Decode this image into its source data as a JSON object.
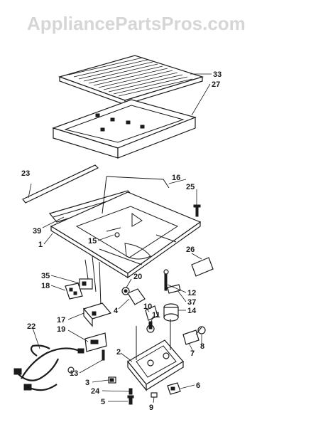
{
  "watermark": "AppliancePartsPros.com",
  "callouts": [
    "33",
    "27",
    "23",
    "16",
    "25",
    "39",
    "1",
    "15",
    "26",
    "35",
    "18",
    "20",
    "12",
    "37",
    "14",
    "4",
    "10",
    "11",
    "17",
    "19",
    "22",
    "2",
    "7",
    "8",
    "13",
    "3",
    "24",
    "6",
    "5",
    "9"
  ],
  "colors": {
    "ink": "#1a1a1a",
    "watermark": "#d6d6d6",
    "background": "#ffffff"
  }
}
